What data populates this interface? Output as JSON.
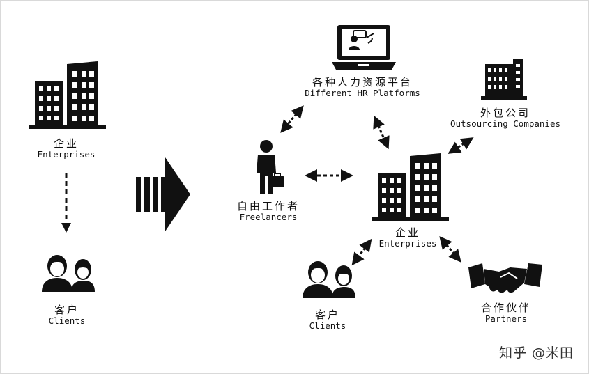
{
  "left": {
    "enterprises": {
      "zh": "企业",
      "en": "Enterprises",
      "icon": "buildings-icon"
    },
    "clients": {
      "zh": "客户",
      "en": "Clients",
      "icon": "people-icon"
    }
  },
  "right": {
    "hr_platforms": {
      "zh": "各种人力资源平台",
      "en": "Different HR Platforms",
      "icon": "laptop-video-call-icon"
    },
    "outsourcing": {
      "zh": "外包公司",
      "en": "Outsourcing Companies",
      "icon": "office-building-icon"
    },
    "freelancers": {
      "zh": "自由工作者",
      "en": "Freelancers",
      "icon": "person-briefcase-icon"
    },
    "enterprises": {
      "zh": "企业",
      "en": "Enterprises",
      "icon": "buildings-icon"
    },
    "clients": {
      "zh": "客户",
      "en": "Clients",
      "icon": "people-icon"
    },
    "partners": {
      "zh": "合作伙伴",
      "en": "Partners",
      "icon": "handshake-icon"
    }
  },
  "watermark": "知乎 @米田"
}
